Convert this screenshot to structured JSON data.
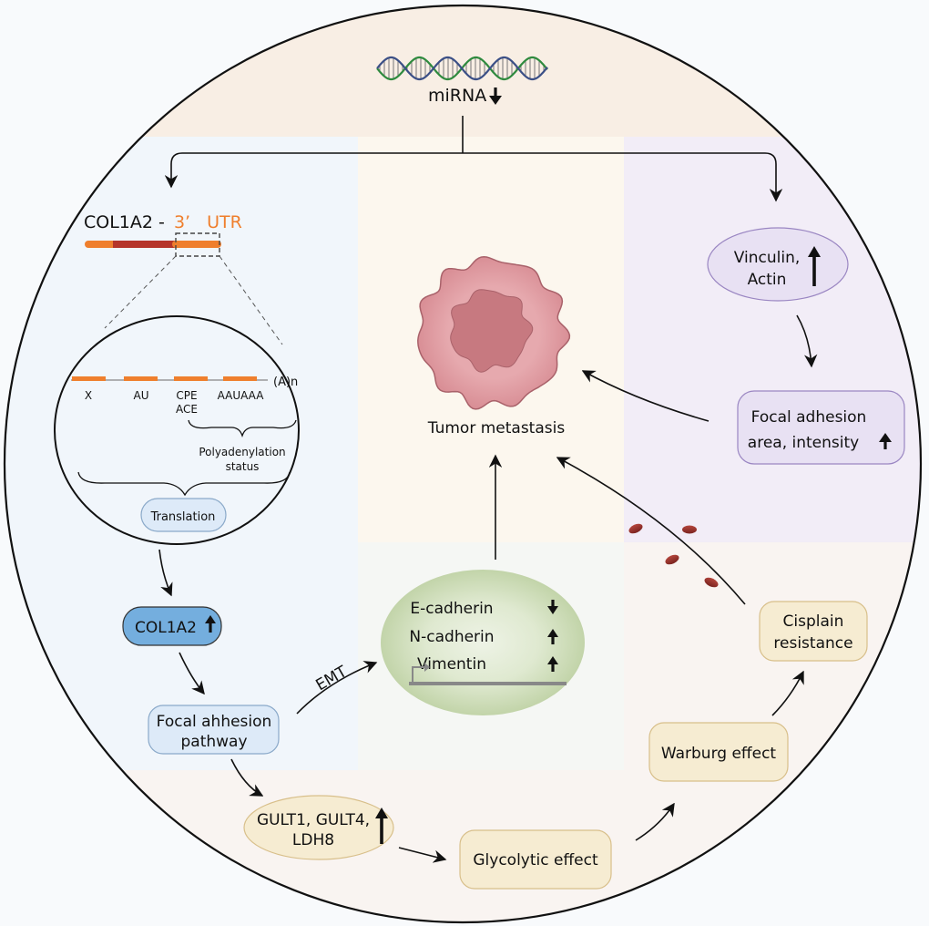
{
  "diagram": {
    "top": {
      "mirna_label": "miRNA",
      "mirna_direction": "down"
    },
    "utr": {
      "gene_label": "COL1A2 -",
      "prime_label": "3’",
      "utr_label": "UTR",
      "elements": [
        {
          "label": "X"
        },
        {
          "label": "AU"
        },
        {
          "label": "CPE",
          "label2": "ACE"
        },
        {
          "label": "AAUAAA"
        }
      ],
      "tail_label": "(A)n",
      "polyadenylation_label_1": "Polyadenylation",
      "polyadenylation_label_2": "status",
      "translation_label": "Translation"
    },
    "left_flow": {
      "col1a2_label": "COL1A2",
      "col1a2_direction": "up",
      "focal_pathway_line1": "Focal ahhesion",
      "focal_pathway_line2": "pathway",
      "emt_label": "EMT"
    },
    "center": {
      "tumor_label": "Tumor metastasis",
      "markers": [
        {
          "label": "E-cadherin",
          "direction": "down"
        },
        {
          "label": "N-cadherin",
          "direction": "up"
        },
        {
          "label": "Vimentin",
          "direction": "up"
        }
      ]
    },
    "right_flow": {
      "vinculin_line1": "Vinculin,",
      "vinculin_line2": "Actin",
      "vinculin_direction": "up",
      "focal_area_line1": "Focal adhesion",
      "focal_area_line2": "area, intensity",
      "focal_area_direction": "up"
    },
    "bottom_flow": {
      "gult_line1": "GULT1, GULT4,",
      "gult_line2": "LDH8",
      "gult_direction": "up",
      "glycolytic_label": "Glycolytic effect",
      "warburg_label": "Warburg effect",
      "cisplain_line1": "Cisplain",
      "cisplain_line2": "resistance"
    },
    "colors": {
      "peach_band": "#f8eee4",
      "blue_panel": "#f1f6fb",
      "cream_panel": "#fcf7ee",
      "lavender_panel": "#f2edf7",
      "green_panel": "#f5f7f4",
      "pink_band": "#f9f4f1",
      "utr_orange": "#ef7f2d",
      "utr_red": "#b5352a",
      "col1a2_box": "#74aede",
      "light_blue_box": "#ddeaf8",
      "yellow_box": "#f6ecd2",
      "lavender_box": "#e8e1f3",
      "tumor_outer": "#e2a2a8",
      "tumor_inner": "#c77980",
      "rbc": "#8f2e2a"
    }
  }
}
